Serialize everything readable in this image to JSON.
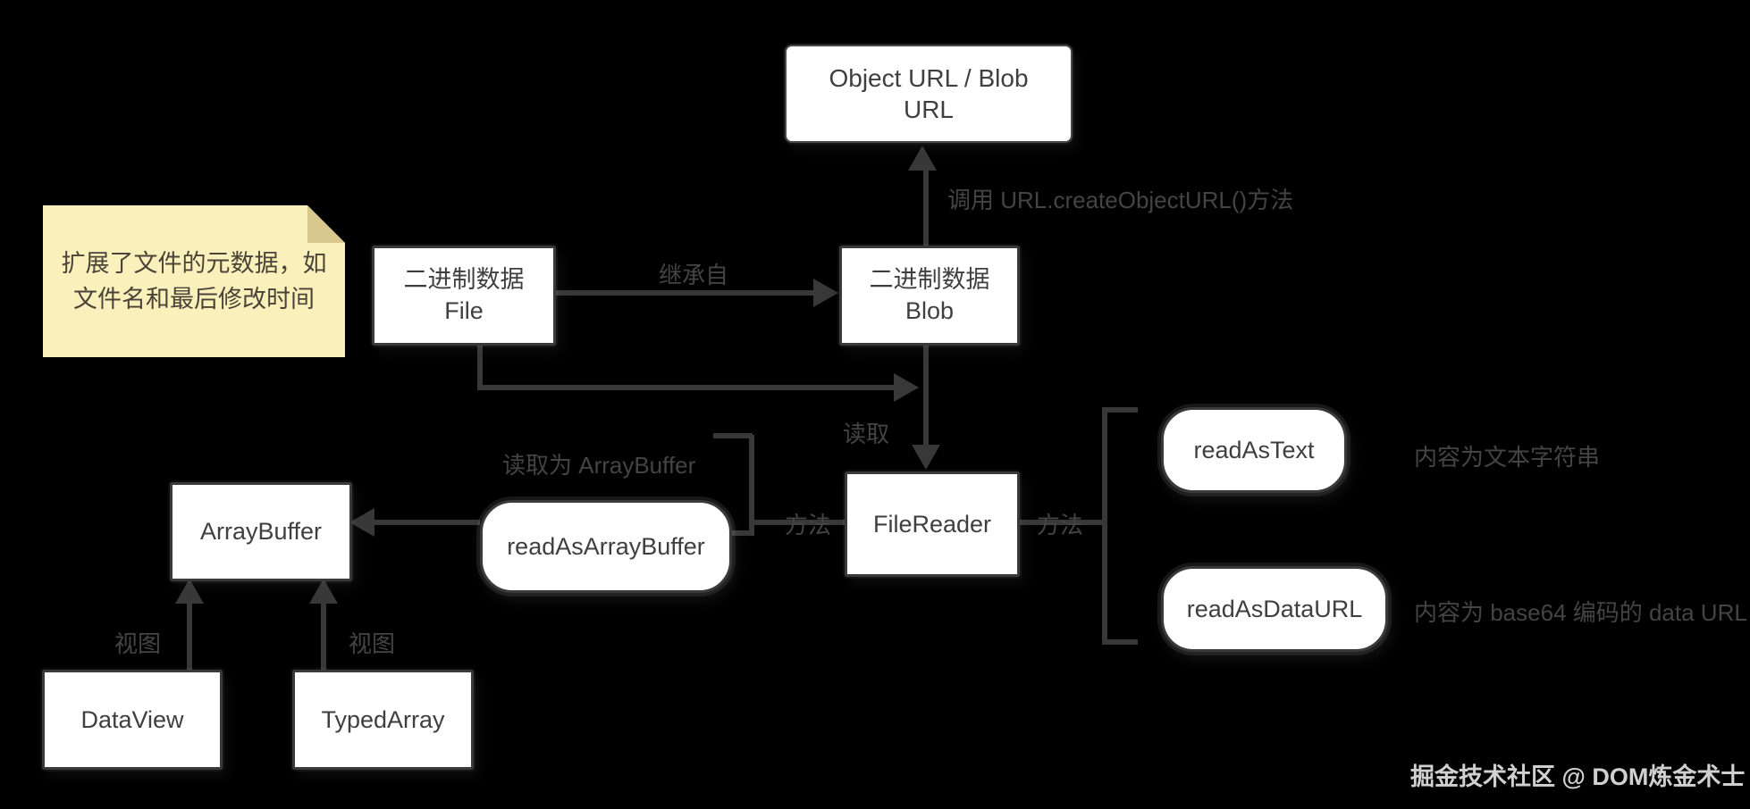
{
  "diagram": {
    "nodes": {
      "object_url": "Object URL / Blob URL",
      "file_line1": "二进制数据",
      "file_line2": "File",
      "blob_line1": "二进制数据",
      "blob_line2": "Blob",
      "filereader": "FileReader",
      "arraybuffer": "ArrayBuffer",
      "dataview": "DataView",
      "typedarray": "TypedArray",
      "read_as_arraybuffer": "readAsArrayBuffer",
      "read_as_text": "readAsText",
      "read_as_dataurl": "readAsDataURL"
    },
    "note": {
      "line1": "扩展了文件的元数据，如",
      "line2": "文件名和最后修改时间"
    },
    "edge_labels": {
      "create_object_url": "调用 URL.createObjectURL()方法",
      "inherit": "继承自",
      "read": "读取",
      "method_left": "方法",
      "method_right": "方法",
      "to_arraybuffer": "读取为 ArrayBuffer",
      "text_result": "内容为文本字符串",
      "dataurl_result": "内容为 base64 编码的 data URL",
      "view_left": "视图",
      "view_right": "视图"
    },
    "colors": {
      "background": "#000000",
      "node_bg": "#ffffff",
      "node_border": "#3a3a3a",
      "node_text": "#3f3f3f",
      "edge": "#383838",
      "edge_label": "#444444",
      "note_bg": "#faf0bb",
      "note_fold": "#d9c88e",
      "note_text": "#4a4438",
      "watermark_text": "#e2e2e2"
    },
    "watermark": "掘金技术社区 @ DOM炼金术士"
  }
}
